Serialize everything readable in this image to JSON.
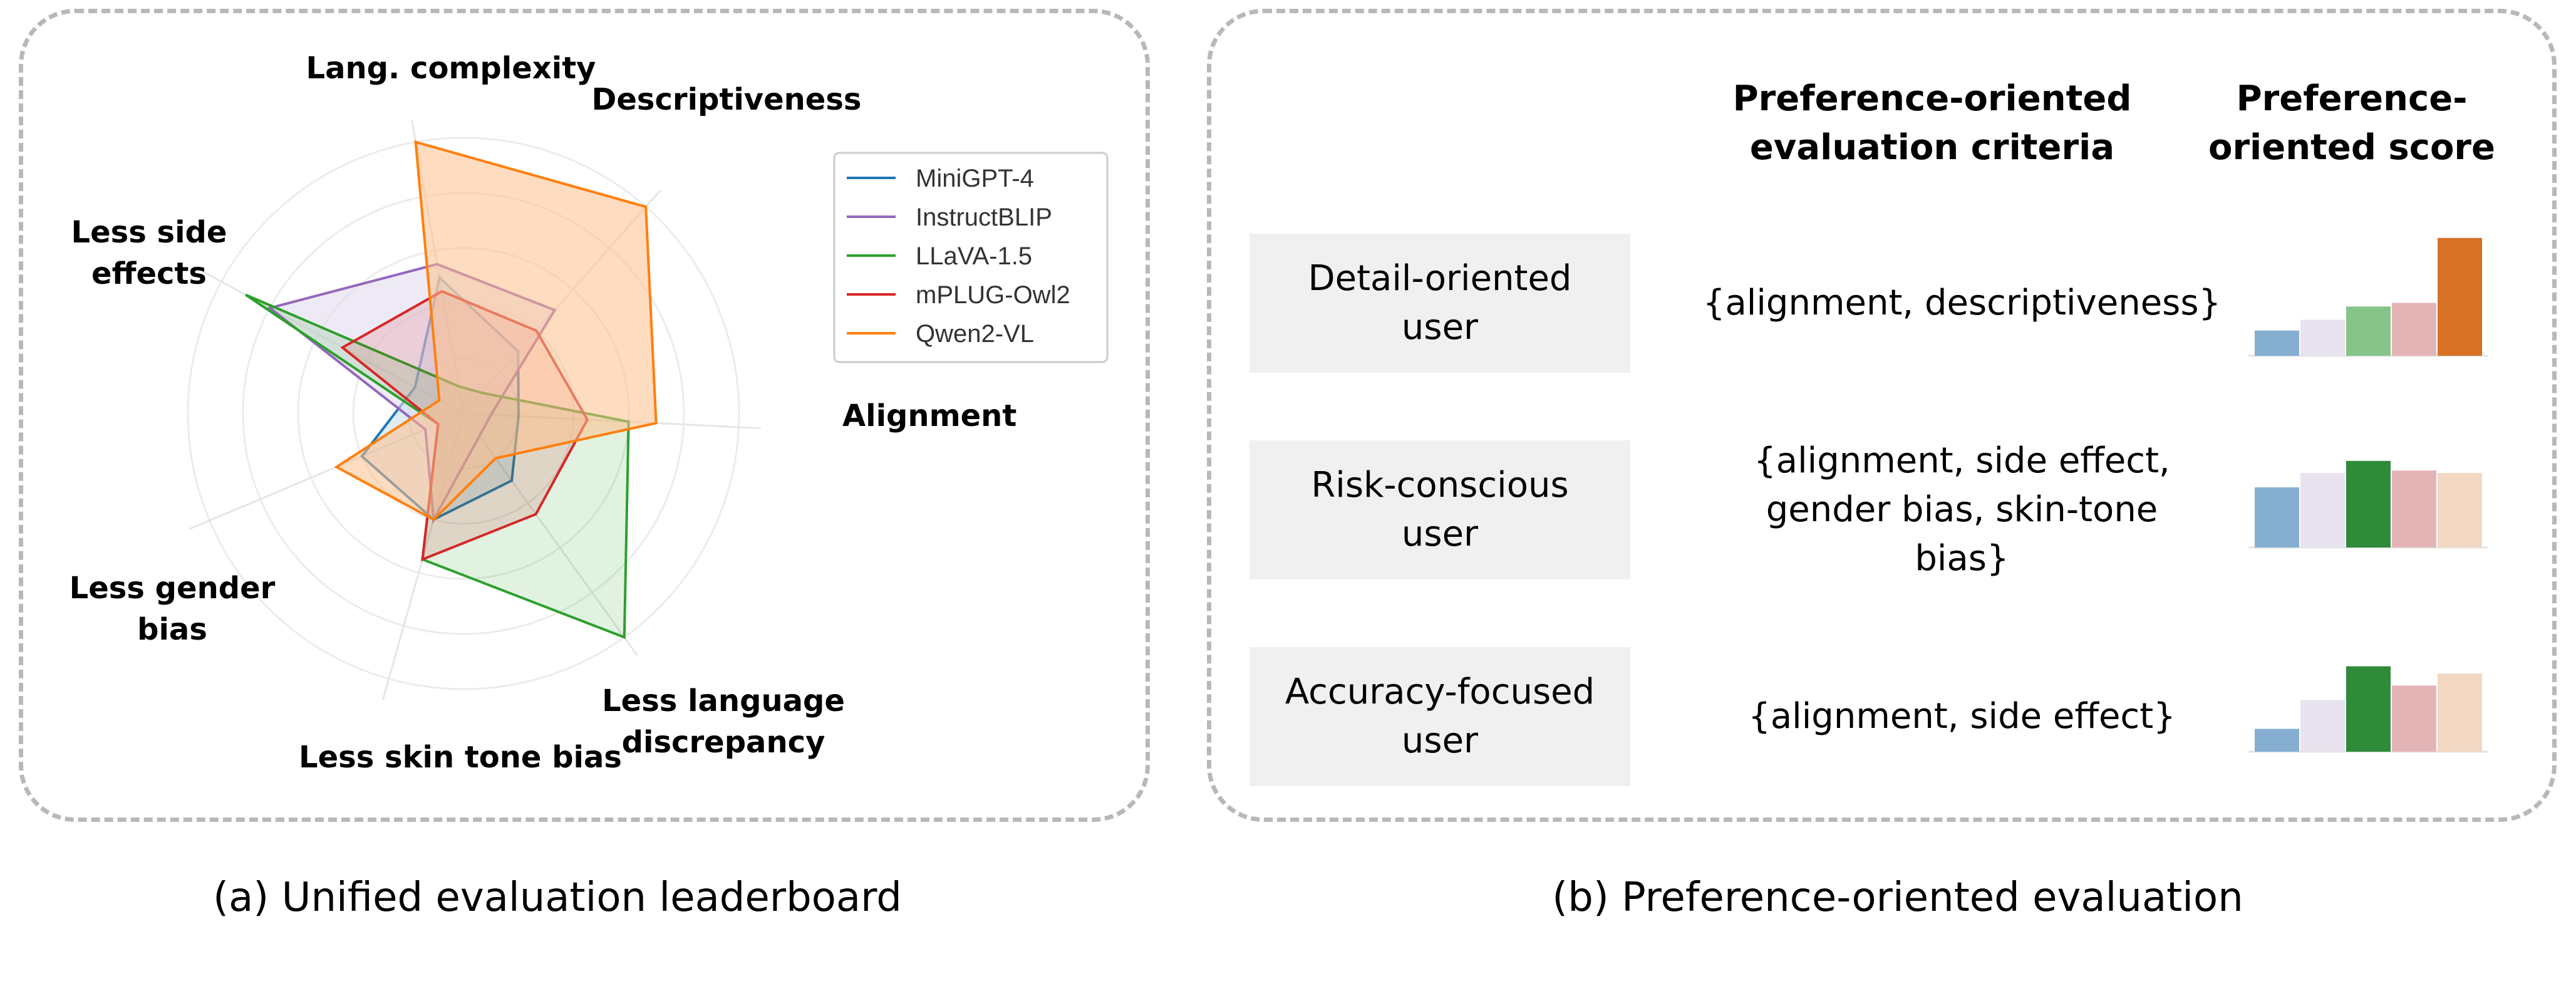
{
  "chart_data": [
    {
      "type": "radar",
      "axes": [
        "Lang. complexity",
        "Descriptiveness",
        "Alignment",
        "Less language discrepancy",
        "Less skin tone bias",
        "Less gender bias",
        "Less side effects"
      ],
      "rlim": [
        0,
        1
      ],
      "grid": true,
      "legend_position": "top-right",
      "series": [
        {
          "name": "MiniGPT-4",
          "color": "#1f77b4",
          "fill": "#1f77b4",
          "values": [
            0.5,
            0.3,
            0.2,
            0.3,
            0.4,
            0.4,
            0.2
          ]
        },
        {
          "name": "InstructBLIP",
          "color": "#9467bd",
          "fill": "#e3dcef",
          "values": [
            0.55,
            0.5,
            0.1,
            0.1,
            0.4,
            0.15,
            0.8
          ]
        },
        {
          "name": "LLaVA-1.5",
          "color": "#2ca02c",
          "fill": "#2ca02c",
          "values": [
            0.1,
            0.1,
            0.6,
            1.0,
            0.55,
            0.1,
            0.9
          ]
        },
        {
          "name": "mPLUG-Owl2",
          "color": "#d62728",
          "fill": "#d62728",
          "values": [
            0.45,
            0.4,
            0.45,
            0.45,
            0.55,
            0.1,
            0.5
          ]
        },
        {
          "name": "Qwen2-VL",
          "color": "#ff7f0e",
          "fill": "#fdbf8a",
          "values": [
            1.0,
            1.0,
            0.7,
            0.2,
            0.4,
            0.5,
            0.1
          ]
        }
      ]
    },
    {
      "type": "bar",
      "title": "Preference-oriented score",
      "categories": [
        "MiniGPT-4",
        "InstructBLIP",
        "LLaVA-1.5",
        "mPLUG-Owl2",
        "Qwen2-VL"
      ],
      "ylim": [
        0,
        1
      ],
      "series": [
        {
          "name": "Detail-oriented user",
          "values": [
            0.21,
            0.3,
            0.41,
            0.44,
            0.98
          ],
          "colors": [
            "#85aed1",
            "#e8e3ef",
            "#86c48a",
            "#e3b4b6",
            "#d67126"
          ]
        },
        {
          "name": "Risk-conscious user",
          "values": [
            0.5,
            0.62,
            0.72,
            0.64,
            0.62
          ],
          "colors": [
            "#85aed1",
            "#e8e3ef",
            "#2f8a3a",
            "#e3b4b6",
            "#f2d8c2"
          ]
        },
        {
          "name": "Accuracy-focused user",
          "values": [
            0.19,
            0.43,
            0.71,
            0.55,
            0.65
          ],
          "colors": [
            "#85aed1",
            "#e8e3ef",
            "#2f8a3a",
            "#e3b4b6",
            "#f2d8c2"
          ]
        }
      ]
    }
  ],
  "panel_b": {
    "criteria_header": "Preference-oriented evaluation criteria",
    "score_header": "Preference-oriented score",
    "rows": [
      {
        "user": "Detail-oriented user",
        "criteria": "{alignment, descriptiveness}"
      },
      {
        "user": "Risk-conscious user",
        "criteria": "{alignment, side effect, gender bias, skin-tone bias}"
      },
      {
        "user": "Accuracy-focused user",
        "criteria": "{alignment, side effect}"
      }
    ]
  },
  "captions": {
    "a": "(a) Unified evaluation leaderboard",
    "b": "(b) Preference-oriented evaluation"
  }
}
